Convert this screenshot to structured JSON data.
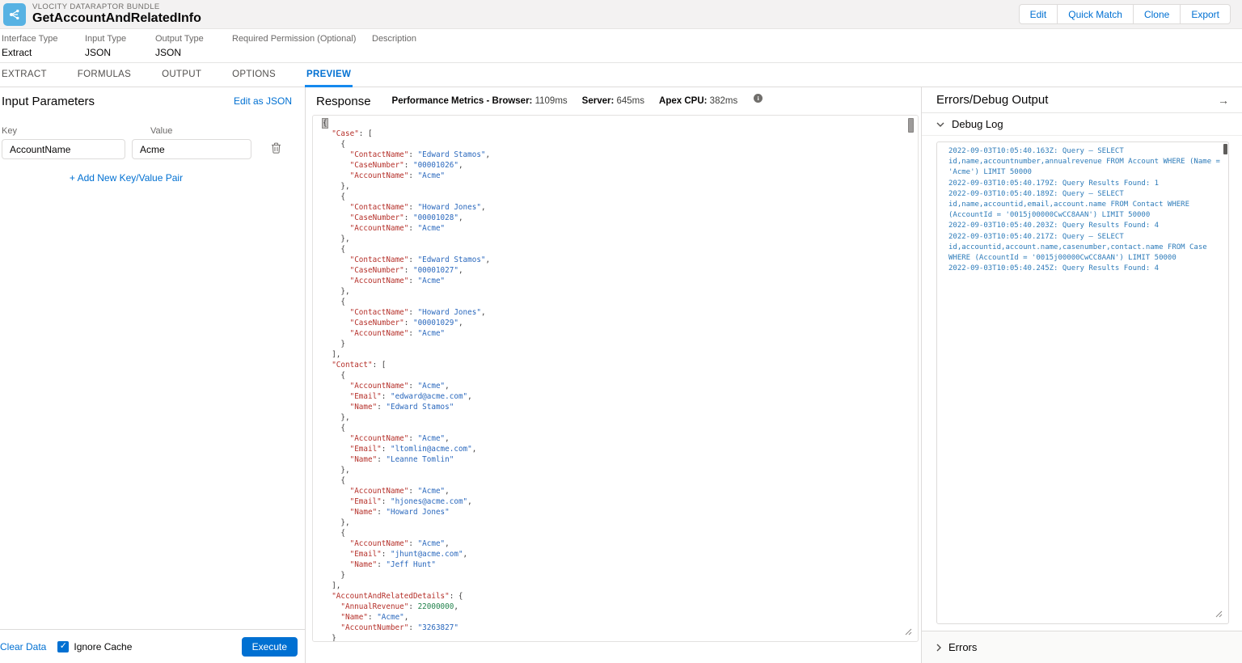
{
  "header": {
    "app_label": "VLOCITY DATARAPTOR BUNDLE",
    "title": "GetAccountAndRelatedInfo",
    "actions": {
      "edit": "Edit",
      "quick_match": "Quick Match",
      "clone": "Clone",
      "export": "Export"
    }
  },
  "meta": {
    "fields": [
      {
        "label": "Interface Type",
        "value": "Extract"
      },
      {
        "label": "Input Type",
        "value": "JSON"
      },
      {
        "label": "Output Type",
        "value": "JSON"
      },
      {
        "label": "Required Permission (Optional)",
        "value": ""
      },
      {
        "label": "Description",
        "value": ""
      }
    ]
  },
  "tabs": {
    "items": [
      "EXTRACT",
      "FORMULAS",
      "OUTPUT",
      "OPTIONS",
      "PREVIEW"
    ],
    "active": "PREVIEW"
  },
  "input_parameters": {
    "title": "Input Parameters",
    "edit_as_json_label": "Edit as JSON",
    "key_label": "Key",
    "value_label": "Value",
    "rows": [
      {
        "key": "AccountName",
        "value": "Acme"
      }
    ],
    "add_pair_label": "+ Add New Key/Value Pair",
    "clear_data_label": "Clear Data",
    "ignore_cache_label": "Ignore Cache",
    "ignore_cache_checked": true,
    "execute_label": "Execute"
  },
  "response": {
    "title": "Response",
    "metrics": [
      {
        "label": "Performance Metrics - Browser:",
        "value": "1109ms"
      },
      {
        "label": "Server:",
        "value": "645ms"
      },
      {
        "label": "Apex CPU:",
        "value": "382ms"
      }
    ],
    "body": {
      "Case": [
        {
          "ContactName": "Edward Stamos",
          "CaseNumber": "00001026",
          "AccountName": "Acme"
        },
        {
          "ContactName": "Howard Jones",
          "CaseNumber": "00001028",
          "AccountName": "Acme"
        },
        {
          "ContactName": "Edward Stamos",
          "CaseNumber": "00001027",
          "AccountName": "Acme"
        },
        {
          "ContactName": "Howard Jones",
          "CaseNumber": "00001029",
          "AccountName": "Acme"
        }
      ],
      "Contact": [
        {
          "AccountName": "Acme",
          "Email": "edward@acme.com",
          "Name": "Edward Stamos"
        },
        {
          "AccountName": "Acme",
          "Email": "ltomlin@acme.com",
          "Name": "Leanne Tomlin"
        },
        {
          "AccountName": "Acme",
          "Email": "hjones@acme.com",
          "Name": "Howard Jones"
        },
        {
          "AccountName": "Acme",
          "Email": "jhunt@acme.com",
          "Name": "Jeff Hunt"
        }
      ],
      "AccountAndRelatedDetails": {
        "AnnualRevenue": 22000000,
        "Name": "Acme",
        "AccountNumber": "3263827"
      }
    }
  },
  "errors_panel": {
    "title": "Errors/Debug Output",
    "debug_log": {
      "title": "Debug Log",
      "lines": [
        "2022-09-03T10:05:40.163Z: Query – SELECT id,name,accountnumber,annualrevenue FROM Account WHERE (Name = 'Acme') LIMIT 50000",
        "2022-09-03T10:05:40.179Z: Query Results Found: 1",
        "2022-09-03T10:05:40.189Z: Query – SELECT id,name,accountid,email,account.name FROM Contact WHERE (AccountId = '0015j00000CwCC8AAN') LIMIT 50000",
        "2022-09-03T10:05:40.203Z: Query Results Found: 4",
        "2022-09-03T10:05:40.217Z: Query – SELECT id,accountid,account.name,casenumber,contact.name FROM Case WHERE (AccountId = '0015j00000CwCC8AAN') LIMIT 50000",
        "2022-09-03T10:05:40.245Z: Query Results Found: 4"
      ]
    },
    "errors_section": {
      "title": "Errors"
    },
    "colors": {
      "accent_blue": "#0070d2",
      "json_key": "#b5302a",
      "json_string": "#2a68bd",
      "json_number": "#22824c",
      "debug_text": "#2d7bb9"
    }
  }
}
